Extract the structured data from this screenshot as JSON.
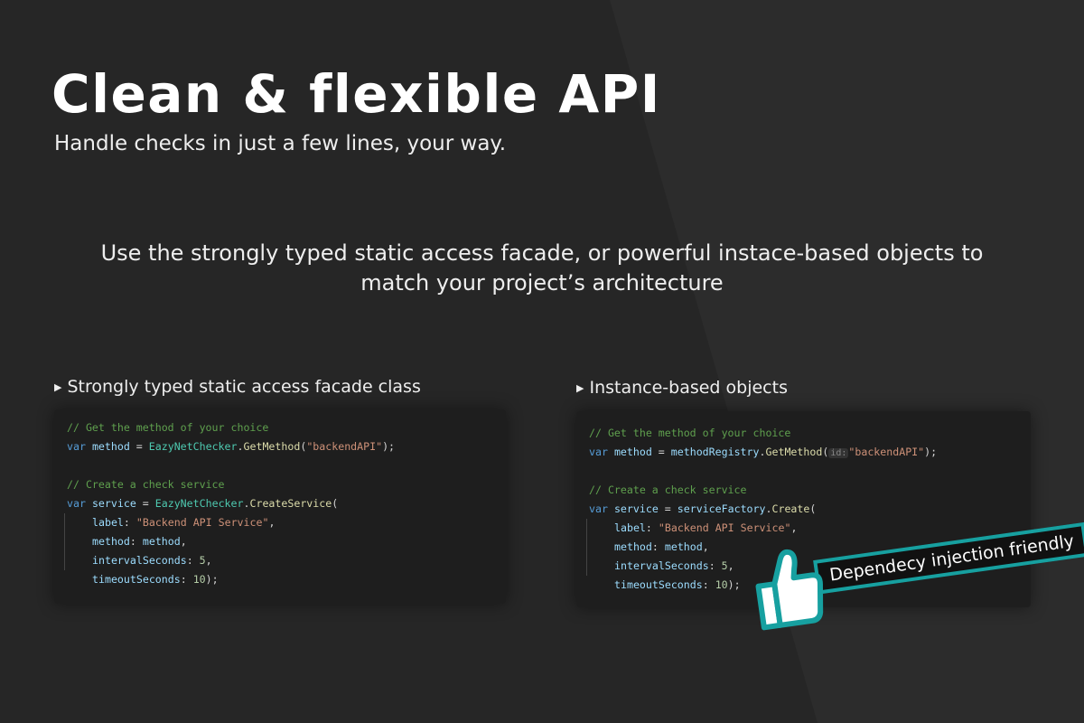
{
  "header": {
    "title": "Clean & flexible API",
    "subtitle": "Handle checks in just a few lines, your way."
  },
  "lead": {
    "line1": "Use the strongly typed static access facade, or powerful instace-based objects to",
    "line2": "match your project’s architecture"
  },
  "left": {
    "heading": "Strongly typed static access facade class",
    "code": {
      "comment1": "// Get the method of your choice",
      "kw": "var",
      "var1": "method",
      "eq": " = ",
      "cls": "EazyNetChecker",
      "m1": "GetMethod",
      "arg1": "\"backendAPI\"",
      "end1": ");",
      "comment2": "// Create a check service",
      "var2": "service",
      "m2": "CreateService",
      "p_label": "label",
      "s_label": "\"Backend API Service\"",
      "p_method": "method",
      "v_method": "method",
      "p_interval": "intervalSeconds",
      "n_interval": "5",
      "p_timeout": "timeoutSeconds",
      "n_timeout": "10"
    }
  },
  "right": {
    "heading": "Instance-based objects",
    "code": {
      "comment1": "// Get the method of your choice",
      "kw": "var",
      "var1": "method",
      "obj1": "methodRegistry",
      "m1": "GetMethod",
      "hint": "id:",
      "arg1": "\"backendAPI\"",
      "comment2": "// Create a check service",
      "var2": "service",
      "obj2": "serviceFactory",
      "m2": "Create",
      "p_label": "label",
      "s_label": "\"Backend API Service\"",
      "p_method": "method",
      "v_method": "method",
      "p_interval": "intervalSeconds",
      "n_interval": "5",
      "p_timeout": "timeoutSeconds",
      "n_timeout": "10"
    }
  },
  "badge": {
    "text": "Dependecy injection friendly",
    "icon": "thumbs-up-icon",
    "color": "#17a0a0"
  }
}
